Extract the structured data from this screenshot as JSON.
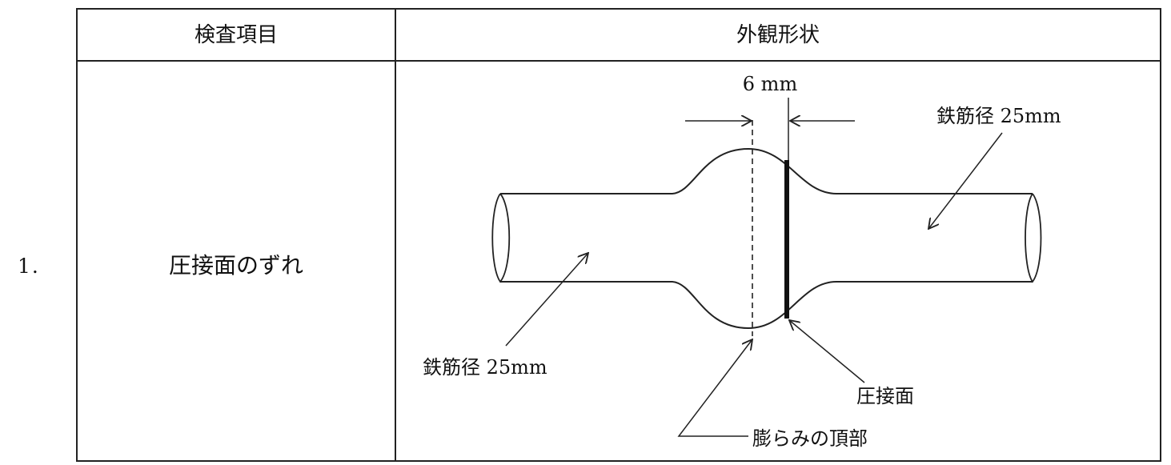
{
  "row": {
    "number": "1.",
    "item": "圧接面のずれ"
  },
  "table": {
    "header_item": "検査項目",
    "header_shape": "外観形状"
  },
  "diagram": {
    "dimension_label": "6 mm",
    "rebar_diameter_right": "鉄筋径 25mm",
    "rebar_diameter_left": "鉄筋径 25mm",
    "weld_face": "圧接面",
    "bulge_top": "膨らみの頂部"
  }
}
